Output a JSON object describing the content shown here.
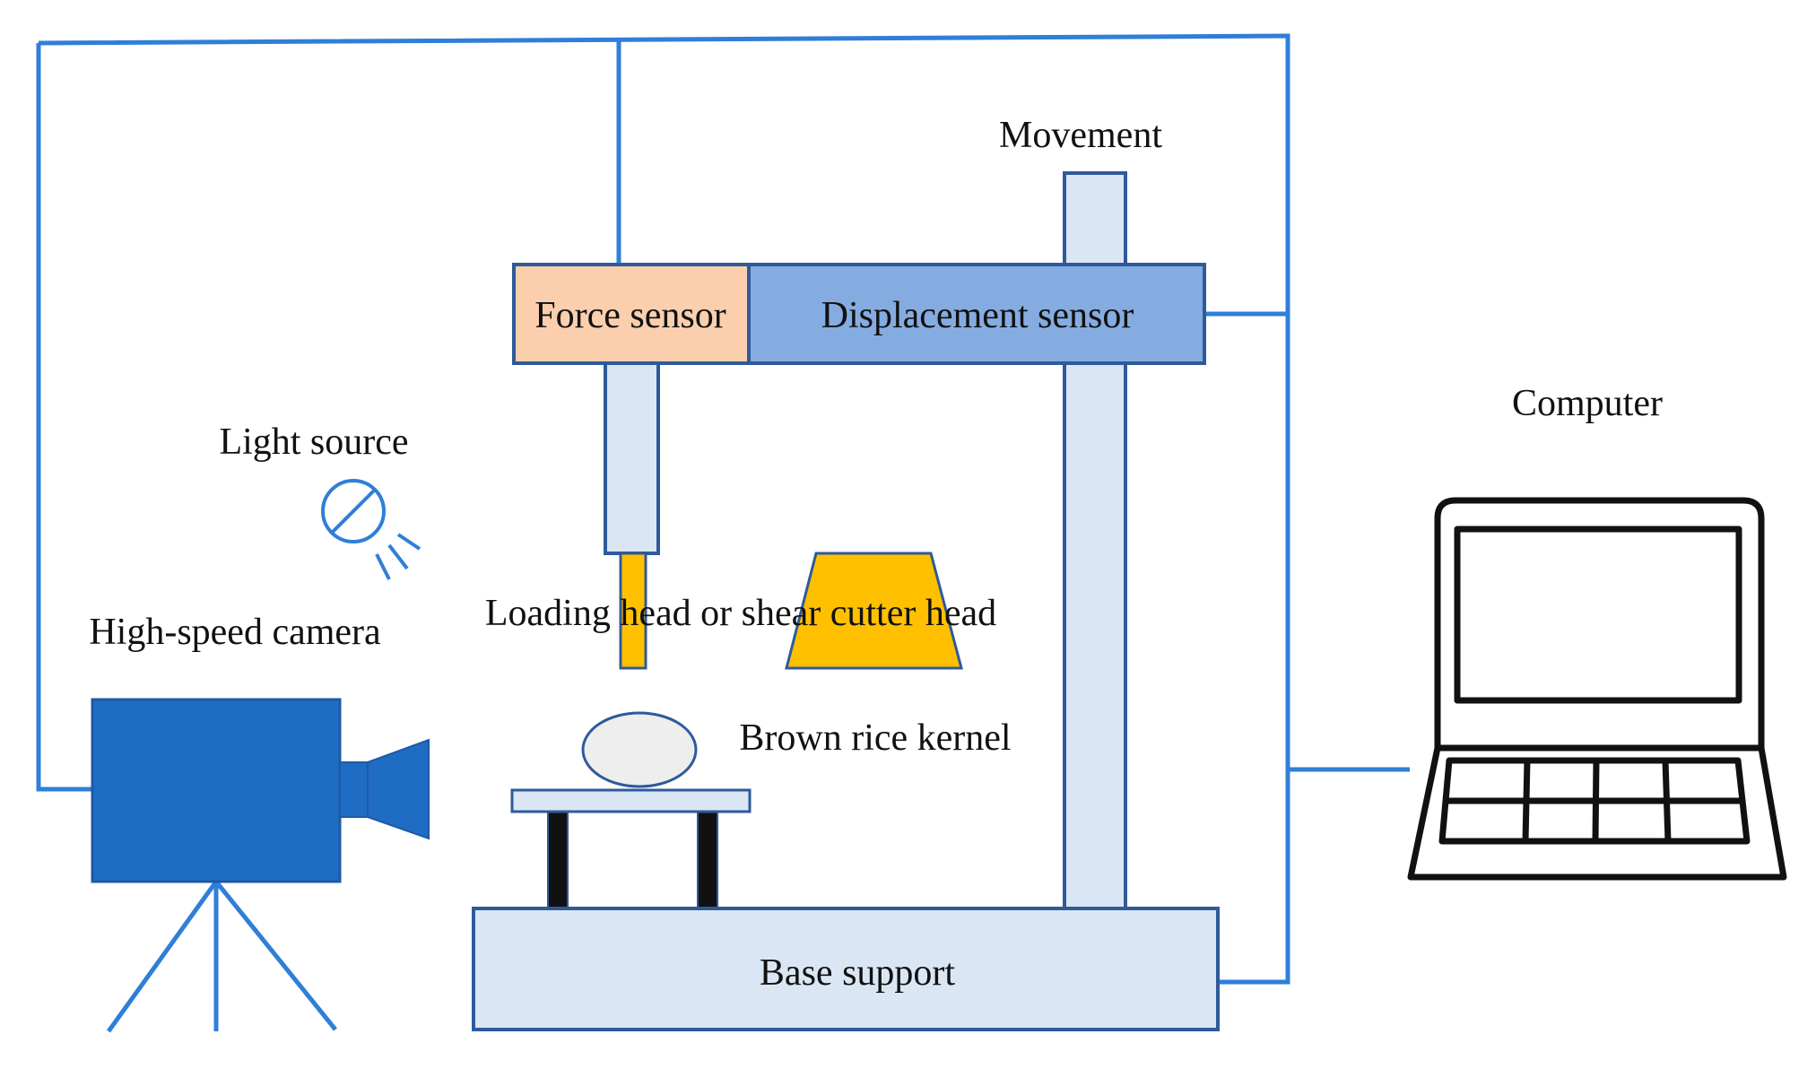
{
  "labels": {
    "movement": "Movement",
    "force_sensor": "Force sensor",
    "displacement_sensor": "Displacement sensor",
    "computer": "Computer",
    "light_source": "Light source",
    "high_speed_camera": "High-speed camera",
    "loading_head": "Loading head or shear cutter head",
    "brown_rice_kernel": "Brown rice kernel",
    "base_support": "Base support"
  },
  "colors": {
    "wire": "#2f7fd8",
    "frame_fill": "#dbe6f5",
    "frame_stroke": "#2f5a9a",
    "force_sensor_fill": "#fbcfae",
    "displacement_sensor_fill": "#85ace0",
    "head_fill": "#ffc000",
    "camera_fill": "#1f6cc4",
    "leg_fill": "#111111",
    "laptop_stroke": "#111111"
  }
}
